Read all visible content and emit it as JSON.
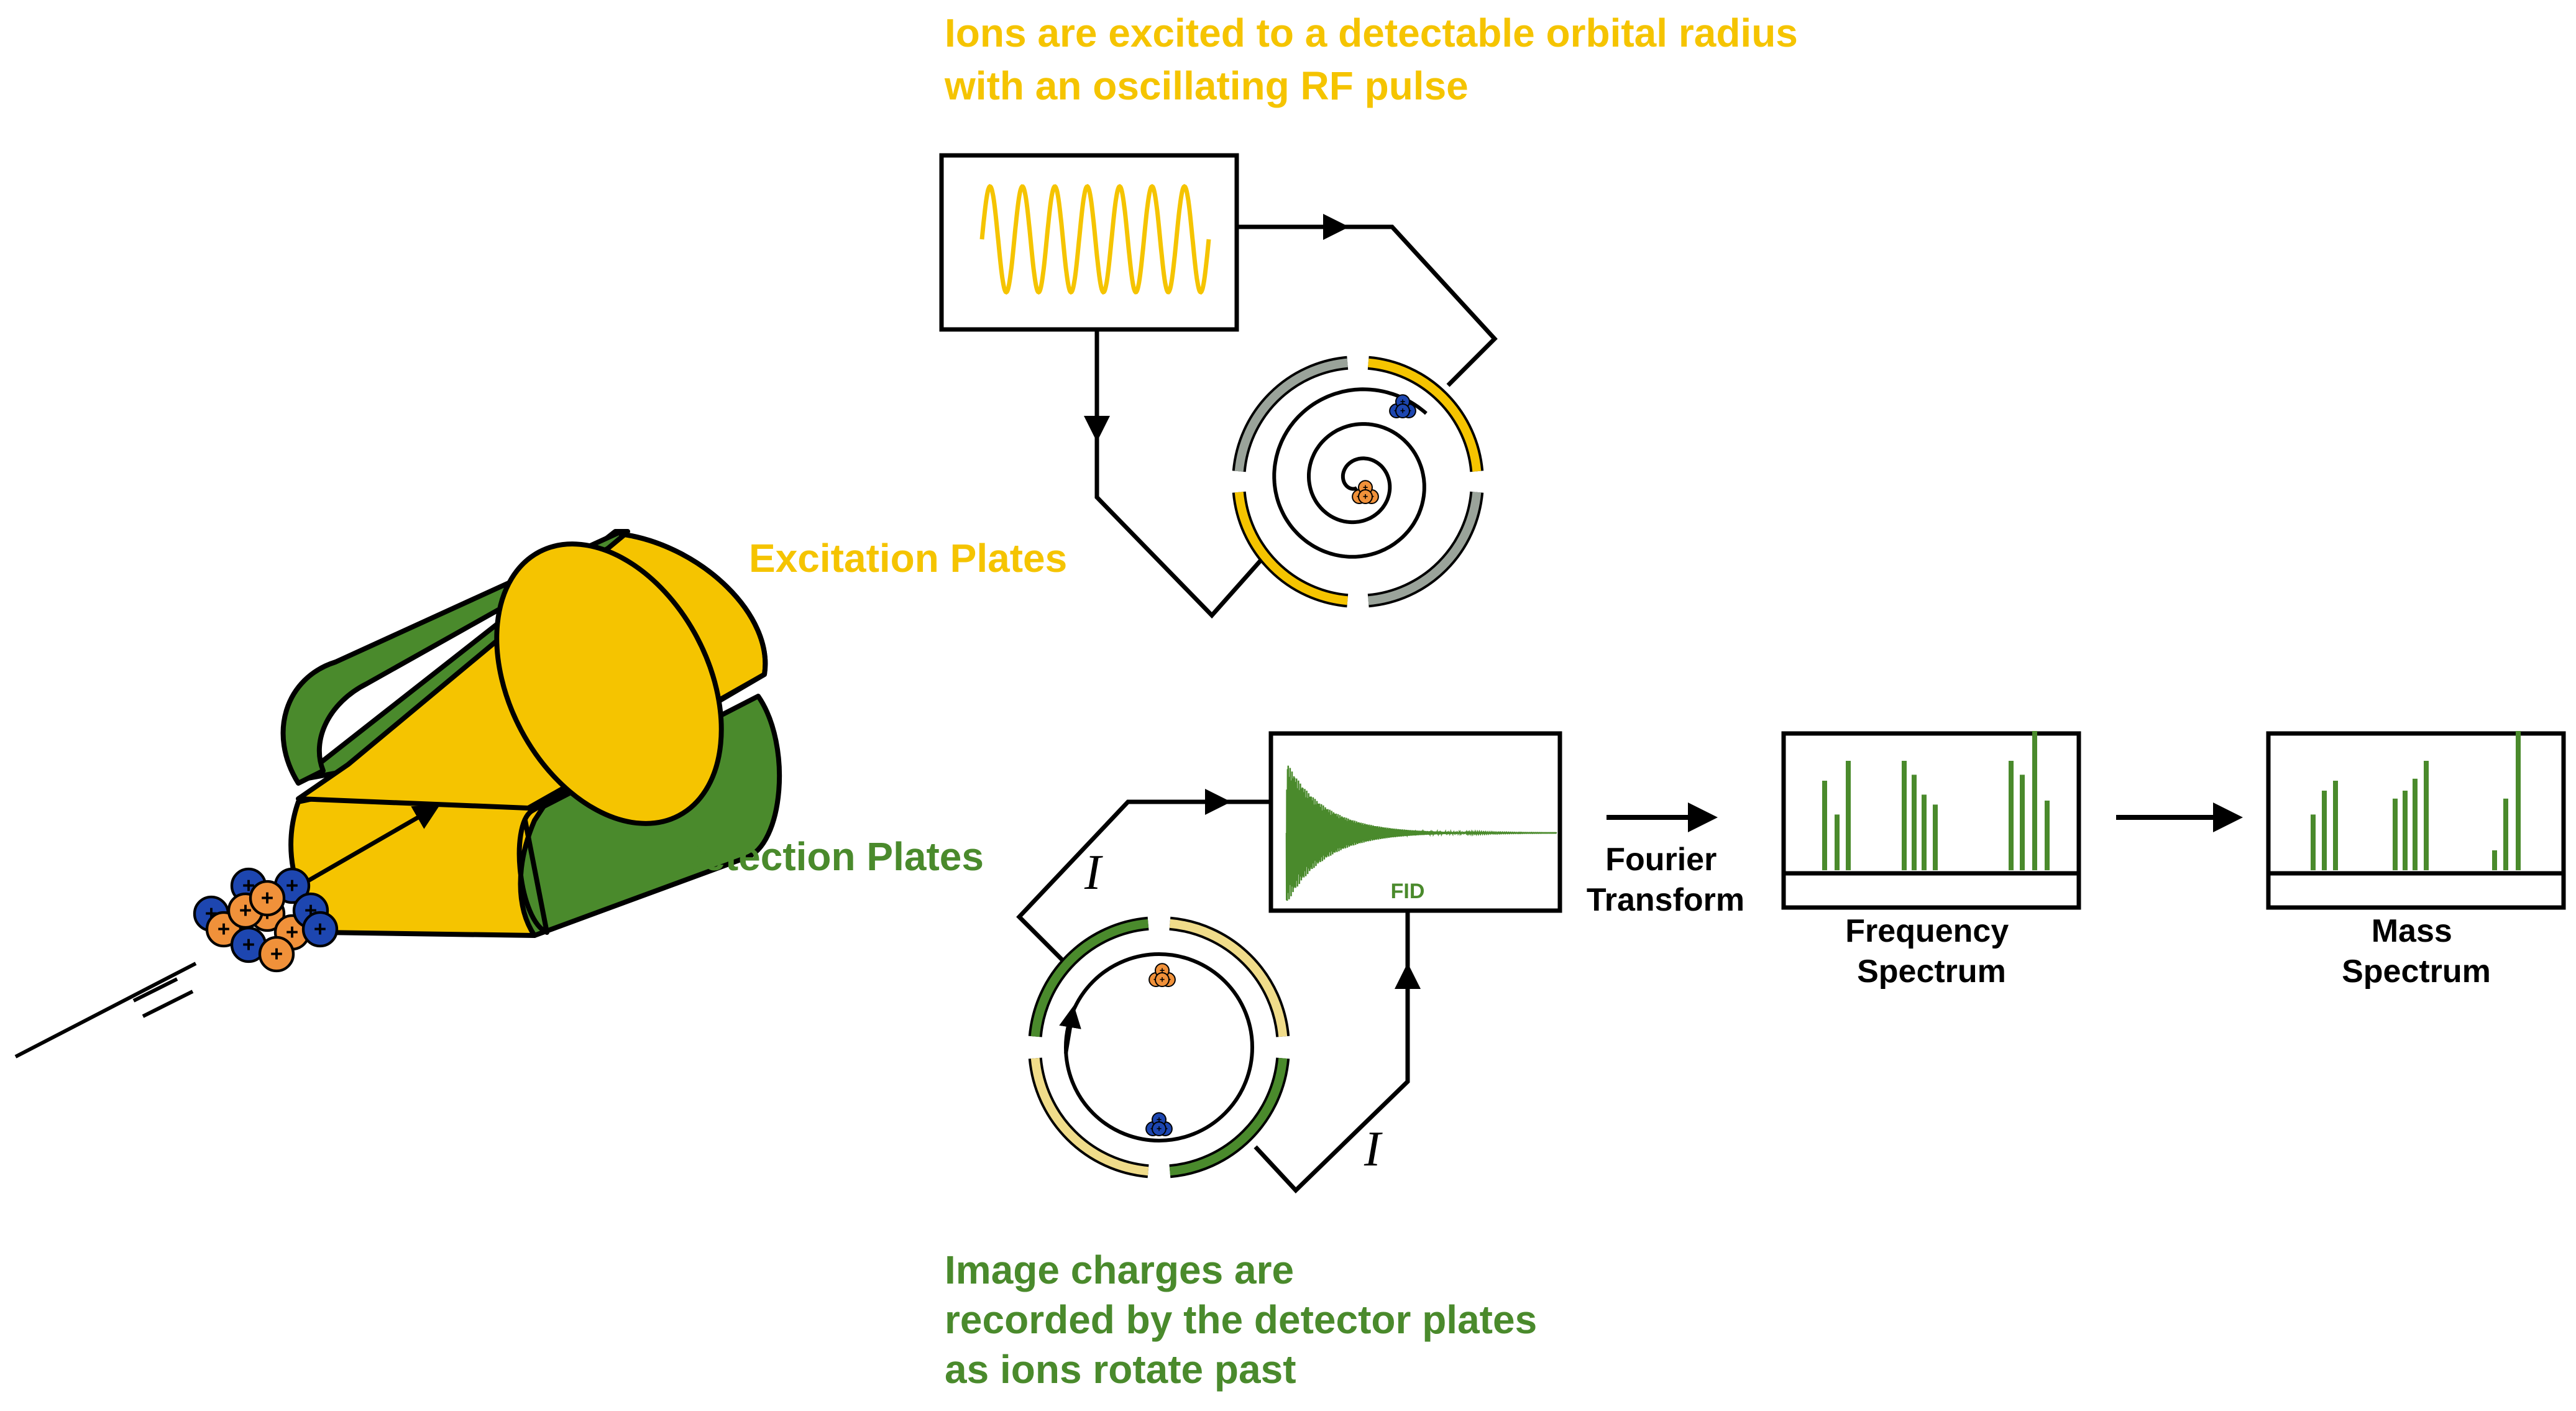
{
  "captions": {
    "excitation_note": [
      "Ions are excited to a detectable orbital radius",
      "with an oscillating RF pulse"
    ],
    "excitation_plates": "Excitation Plates",
    "detection_plates": "Detection Plates",
    "detection_note": [
      "Image charges are",
      "recorded by the detector plates",
      "as ions rotate past"
    ]
  },
  "current_symbol": "I",
  "fid_label": "FID",
  "fourier_label": [
    "Fourier",
    "Transform"
  ],
  "frequency_label": [
    "Frequency",
    "Spectrum"
  ],
  "mass_label": [
    "Mass",
    "Spectrum"
  ],
  "colors": {
    "excitation": "#f5c400",
    "detection": "#4a8a2c",
    "inactive_plate": "#9aa39a",
    "faded_yellow": "#f0dc8a",
    "ion_orange": "#f0913a",
    "ion_blue": "#1d46b0"
  },
  "frequency_peaks": [
    0.45,
    0.28,
    0.55,
    0.55,
    0.48,
    0.38,
    0.33,
    0.55,
    0.48,
    0.7,
    0.35
  ],
  "mass_peaks": [
    0.28,
    0.4,
    0.45,
    0.36,
    0.4,
    0.46,
    0.55,
    0.1,
    0.36,
    0.7
  ]
}
